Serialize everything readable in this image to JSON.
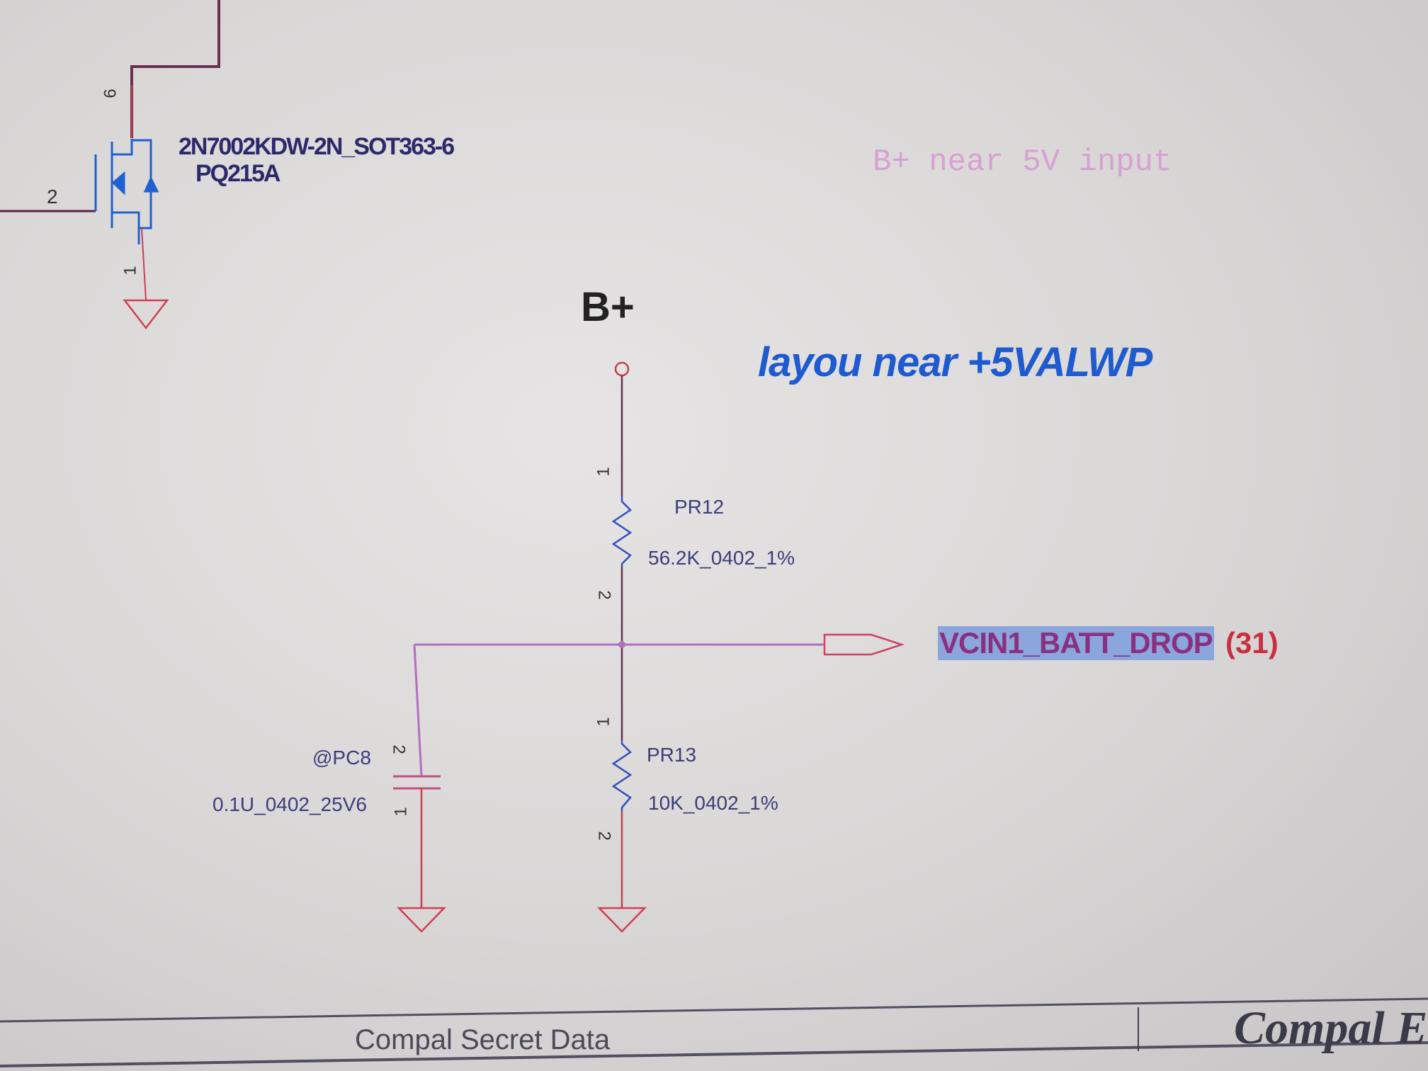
{
  "mosfet": {
    "part": "2N7002KDW-2N_SOT363-6",
    "ref": "PQ215A",
    "pins": [
      "6",
      "2",
      "1"
    ]
  },
  "notes": {
    "b_plus_near": "B+ near 5V input",
    "layout": "layou near +5VALWP"
  },
  "power": {
    "label": "B+"
  },
  "pr12": {
    "ref": "PR12",
    "value": "56.2K_0402_1%",
    "pin1": "1",
    "pin2": "2"
  },
  "pr13": {
    "ref": "PR13",
    "value": "10K_0402_1%",
    "pin1": "1",
    "pin2": "2"
  },
  "pc8": {
    "ref": "@PC8",
    "value": "0.1U_0402_25V6",
    "pin1": "1",
    "pin2": "2"
  },
  "net": {
    "name": "VCIN1_BATT_DROP",
    "page_ref": "(31)"
  },
  "footer": {
    "secret": "Compal Secret Data",
    "company": "Compal E"
  },
  "colors": {
    "wire": "#c8404e",
    "bus": "#b070c0",
    "symbol": "#2060d0",
    "highlight": "#8aa6dc"
  }
}
